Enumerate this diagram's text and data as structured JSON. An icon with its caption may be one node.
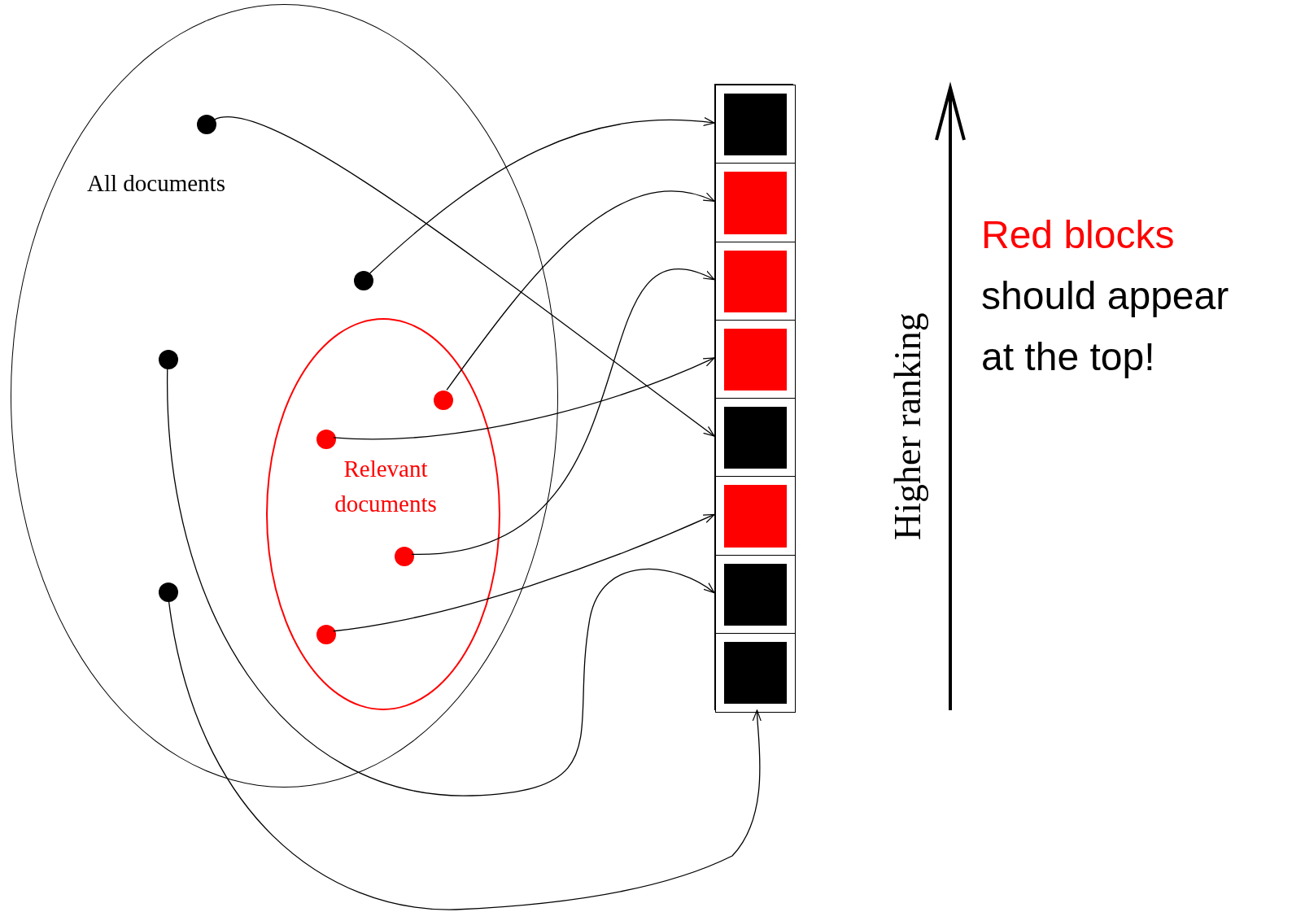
{
  "diagram": {
    "nodes": [
      {
        "text": [
          "All documents"
        ]
      },
      {
        "text": [
          "Relevant documents"
        ],
        "in": 0
      },
      {
        "text": [],
        "shape": "circle",
        "in": 0
      },
      {
        "text": [],
        "shape": "circle",
        "in": 0
      },
      {
        "text": [],
        "shape": "circle",
        "in": 0
      },
      {
        "text": [],
        "shape": "circle",
        "in": 1
      },
      {
        "text": [],
        "shape": "circle",
        "in": 1
      },
      {
        "text": [],
        "shape": "circle",
        "in": 1
      },
      {
        "text": [],
        "shape": "circle",
        "in": 1
      },
      {
        "text": [],
        "shape": "circle",
        "in": 0
      },
      {
        "text": [],
        "shape": "box"
      },
      {
        "text": [],
        "shape": "box",
        "in": 10
      },
      {
        "text": [],
        "shape": "box",
        "in": 10
      },
      {
        "text": [],
        "shape": "box",
        "in": 10
      },
      {
        "text": [],
        "shape": "box",
        "in": 10
      },
      {
        "text": [],
        "shape": "box",
        "in": 10
      },
      {
        "text": [],
        "shape": "box",
        "in": 10
      },
      {
        "text": [],
        "shape": "box",
        "in": 10
      },
      {
        "text": [],
        "shape": "box",
        "in": 10
      }
    ],
    "edges": [
      {
        "from": 2,
        "to": 15,
        "arrow": "to"
      },
      {
        "from": 3,
        "to": 11,
        "arrow": "to"
      },
      {
        "from": 5,
        "to": 12,
        "arrow": "to"
      },
      {
        "from": 6,
        "to": 14,
        "arrow": "to"
      },
      {
        "from": 7,
        "to": 13,
        "arrow": "to"
      },
      {
        "from": 8,
        "to": 16,
        "arrow": "to"
      },
      {
        "from": 4,
        "to": 17,
        "arrow": "to"
      },
      {
        "from": 9,
        "to": 18,
        "arrow": "to"
      }
    ],
    "labels": [
      "Higher ranking",
      "Red blocks",
      "should appear at the top!"
    ]
  }
}
